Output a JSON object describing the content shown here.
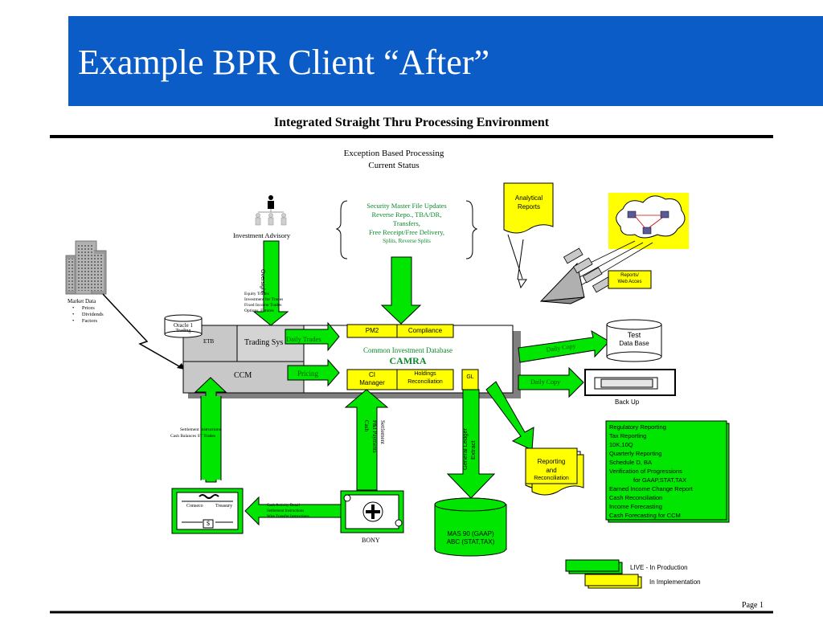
{
  "header": {
    "title": "Example BPR Client “After”"
  },
  "diagram": {
    "title": "Integrated Straight Thru Processing Environment",
    "exception_line1": "Exception Based Processing",
    "exception_line2": "Current Status",
    "security_updates": [
      "Security Master File Updates",
      "Reverse Repo., TBA/DR,",
      "Transfers,",
      "Free Receipt/Free Delivery,",
      "Splits,  Reverse  Splits"
    ],
    "analytical_reports": [
      "Analytical",
      "Reports"
    ],
    "reports_web": [
      "Reports/",
      "Web   Acces"
    ],
    "investment_advisory": "Investment Advisory",
    "oversight": "Oversight",
    "equity_block": [
      "Equity        Trades",
      "Investment    for    Trades",
      "Fixed    Income    Trades",
      "Options,    Futures"
    ],
    "market_data": {
      "title": "Market Data",
      "items": [
        "Prices",
        "Dividends",
        "Factors"
      ]
    },
    "oracle_trading": [
      "Oracle 1",
      "Trading"
    ],
    "etb": "ETB",
    "trading_sys": "Trading Sys",
    "daily_trades": "Daily Trades",
    "ccm": "CCM",
    "pricing": "Pricing",
    "pm2": "PM2",
    "compliance": "Compliance",
    "common_db": "Common Investment Database",
    "camra": "CAMRA",
    "ci_manager": [
      "CI",
      "Manager"
    ],
    "holdings_recon": [
      "Holdings",
      "Reconciliation"
    ],
    "gl": "GL",
    "daily_copy_1": "Daily Copy",
    "daily_copy_2": "Daily Copy",
    "test_db": [
      "Test",
      "Data   Base"
    ],
    "back_up": "Back  Up",
    "settlement_left": [
      "Settlement       Instructions",
      "Cash   Balances    ST    Trades"
    ],
    "settlement_right": [
      "Settlement",
      "P&I    Payments",
      "Cash"
    ],
    "general_ledger": [
      "General Ledger",
      "Extract"
    ],
    "reporting_recon": [
      "Reporting",
      "and",
      "Reconciliation"
    ],
    "regulatory": [
      "Regulatory        Reporting",
      "Tax      Reporting",
      "10K,10Q",
      "Quarterly       Reporting",
      "Schedule   D,   BA",
      "Verification      of      Progressions",
      "for  GAAP,STAT,TAX",
      "Earned    Income    Change    Report",
      "Cash      Reconciliation",
      "Income        Forecasting",
      "Cash   Forecasting   for   CCM"
    ],
    "conseco": [
      "Conseco",
      "Treasury"
    ],
    "dollar": "$",
    "cash_activity": [
      "Cash      Activity    Detail",
      "Settlement          Instructions",
      "Wire      Transfer    Instructions"
    ],
    "bony": "BONY",
    "mas90": [
      "MAS  90  (GAAP)",
      "ABC   (STAT,TAX)"
    ],
    "legend": {
      "live": "LIVE   -   In   Production",
      "impl": "In     Implementation"
    },
    "page": "Page 1"
  },
  "colors": {
    "header_blue": "#0b5cc7",
    "arrow_green": "#00e600",
    "box_yellow": "#ffff00",
    "gray": "#c8c8c8"
  }
}
